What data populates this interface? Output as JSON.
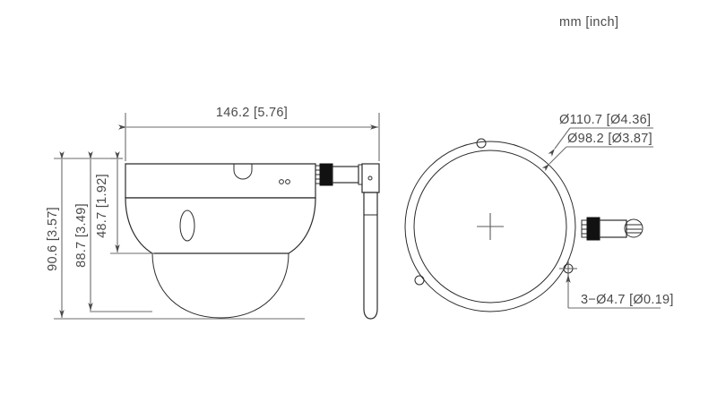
{
  "drawing": {
    "unit_note": "mm [inch]",
    "title_semantic": "dome-camera-dimensional-drawing",
    "background_color": "#ffffff",
    "line_color": "#2b2b2b",
    "dimension_color": "#4a4a4a"
  },
  "side_view": {
    "name": "side-elevation-view",
    "dimensions": {
      "width": "146.2 [5.76]",
      "total_height": "90.6 [3.57]",
      "body_height": "88.7 [3.49]",
      "top_section_height": "48.7 [1.92]"
    }
  },
  "front_view": {
    "name": "front-circular-view",
    "dimensions": {
      "outer_diameter": "Ø110.7 [Ø4.36]",
      "inner_diameter": "Ø98.2 [Ø3.87]",
      "mounting_holes": "3−Ø4.7 [Ø0.19]"
    }
  },
  "chart_data": {
    "type": "table",
    "title": "Dome camera dimensional drawing",
    "units": "mm [inch]",
    "views": [
      "side elevation",
      "front circular"
    ],
    "labels": [
      "146.2 [5.76]",
      "90.6 [3.57]",
      "88.7 [3.49]",
      "48.7 [1.92]",
      "Ø110.7 [Ø4.36]",
      "Ø98.2 [Ø3.87]",
      "3−Ø4.7 [Ø0.19]",
      "mm [inch]"
    ],
    "values": [
      146.2,
      90.6,
      88.7,
      48.7,
      110.7,
      98.2,
      4.7
    ],
    "values_inch": [
      5.76,
      3.57,
      3.49,
      1.92,
      4.36,
      3.87,
      0.19
    ],
    "hole_count": 3
  }
}
